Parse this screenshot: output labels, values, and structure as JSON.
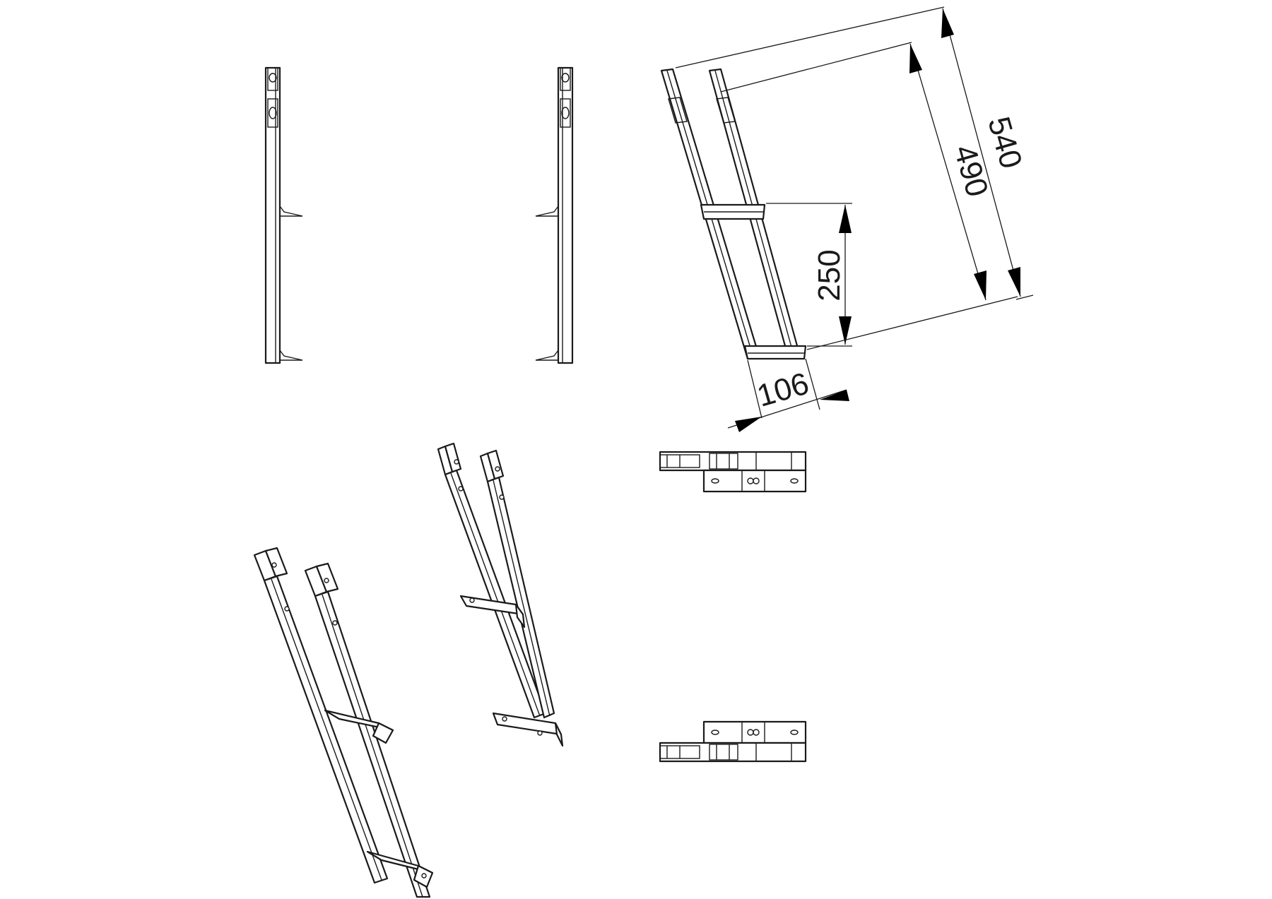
{
  "dimensions": {
    "overall_length": "540",
    "rail_length": "490",
    "bracket_spacing": "250",
    "rail_spacing": "106"
  },
  "views": [
    "side-view-left",
    "side-view-right",
    "front-dimensioned-view",
    "top-view",
    "isometric-view-front",
    "isometric-view-rear",
    "bottom-view"
  ],
  "colors": {
    "line": "#1a1a1a",
    "background": "#ffffff",
    "arrow": "#000000"
  }
}
